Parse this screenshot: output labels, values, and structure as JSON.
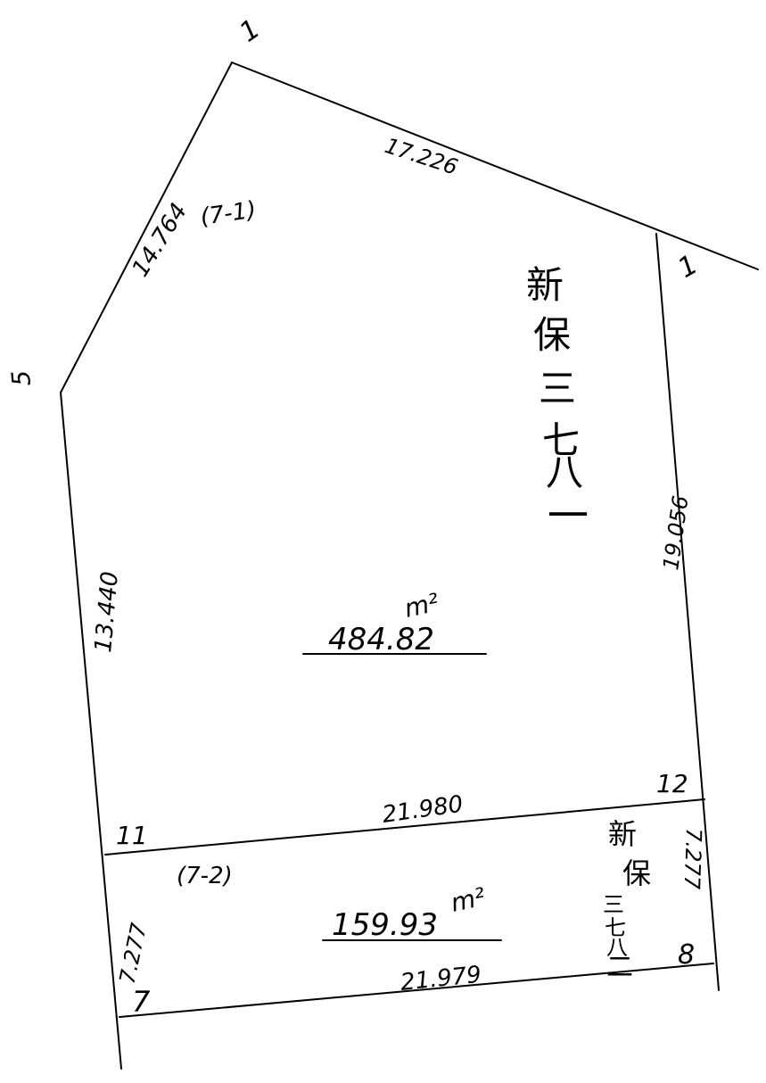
{
  "survey": {
    "points": {
      "p1_top": "1",
      "p1_right": "1",
      "p5": "5",
      "p11": "11",
      "p12": "12",
      "p7": "7",
      "p8": "8"
    },
    "edges": {
      "top": "17.226",
      "upper_left": "14.764",
      "left": "13.440",
      "right": "19.056",
      "middle": "21.980",
      "bottom": "21.979",
      "lower_left": "7.277",
      "lower_right": "7.277"
    },
    "upper_lot": {
      "ref": "(7-1)",
      "unit": "m²",
      "area": "484.82",
      "name_line1": "新",
      "name_line2": "保",
      "name_line3": "三",
      "name_line4": "七",
      "name_line5": "八",
      "name_line6": "一"
    },
    "lower_lot": {
      "ref": "(7-2)",
      "unit": "m²",
      "area": "159.93",
      "name_line1": "新",
      "name_line2": "保",
      "name_line3": "三",
      "name_line4": "七",
      "name_line5": "八",
      "name_line6": "二"
    }
  }
}
